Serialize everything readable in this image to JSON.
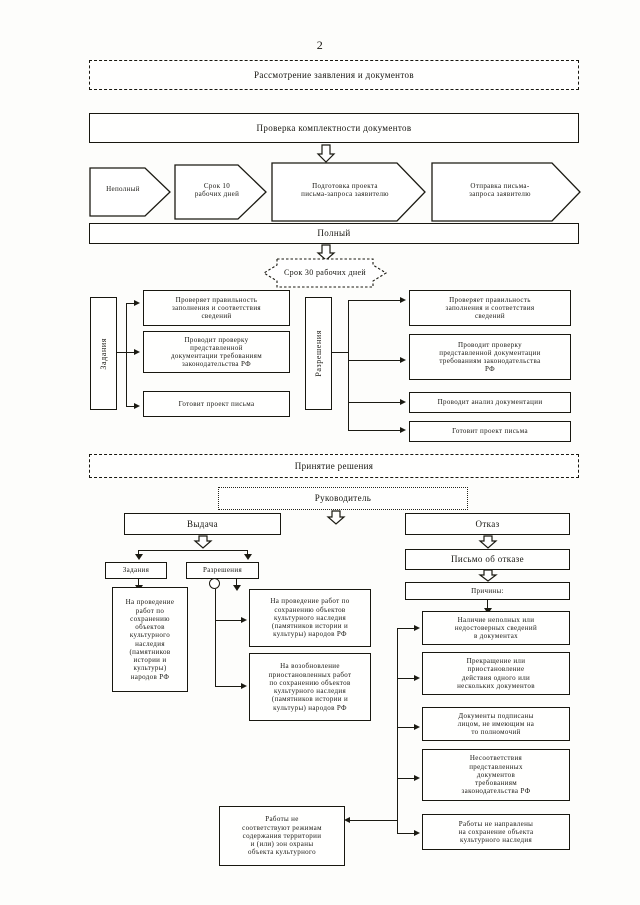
{
  "page": {
    "number": "2"
  },
  "stage1": {
    "title": "Рассмотрение заявления и документов",
    "completeness_check": "Проверка комплектности документов",
    "incomplete_label": "Неполный",
    "complete_label": "Полный",
    "arrow_steps": [
      "Срок 10\nрабочих дней",
      "Подготовка проекта\nписьма-запроса заявителю",
      "Отправка письма-\nзапроса заявителю"
    ],
    "term_30": "Срок 30 рабочих дней"
  },
  "tasks_column": {
    "label": "Задания",
    "items": [
      "Проверяет правильность\nзаполнения и соответствия\nсведений",
      "Проводит проверку\nпредставленной\nдокументации требованиям\nзаконодательства РФ",
      "Готовит проект письма"
    ]
  },
  "permits_column": {
    "label": "Разрешения",
    "items": [
      "Проверяет правильность\nзаполнения и соответствия\nсведений",
      "Проводит проверку\nпредставленной документации\nтребованиям законодательства\nРФ",
      "Проводит анализ документации",
      "Готовит проект письма"
    ]
  },
  "decision": {
    "title": "Принятие решения",
    "head": "Руководитель",
    "issue_label": "Выдача",
    "refusal_label": "Отказ"
  },
  "issue_branch": {
    "tasks_label": "Задания",
    "permits_label": "Разрешения",
    "task_box": "На проведение\nработ по\nсохранению\nобъектов\nкультурного\nнаследия\n(памятников\nистории и\nкультуры)\nнародов РФ",
    "permit_boxes": [
      "На проведение работ по\nсохранению объектов\nкультурного наследия\n(памятников истории и\nкультуры) народов РФ",
      "На возобновление\nприостановленных работ\nпо сохранению объектов\nкультурного наследия\n(памятников истории и\nкультуры) народов РФ"
    ]
  },
  "refusal_branch": {
    "letter": "Письмо об отказе",
    "reasons_label": "Причины:",
    "reasons": [
      "Наличие неполных или\nнедостоверных сведений\nв документах",
      "Прекращение или\nприостановление\nдействия одного или\nнескольких документов",
      "Документы подписаны\nлицом, не имеющим на\nто полномочий",
      "Несоответствия\nпредставленных\nдокументов\nтребованиям\nзаконодательства РФ",
      "Работы не направлены\nна сохранение объекта\nкультурного наследия"
    ],
    "regime_box": "Работы не\nсоответствуют режимам\nсодержания территории\nи (или) зон охраны\nобъекта культурного"
  }
}
